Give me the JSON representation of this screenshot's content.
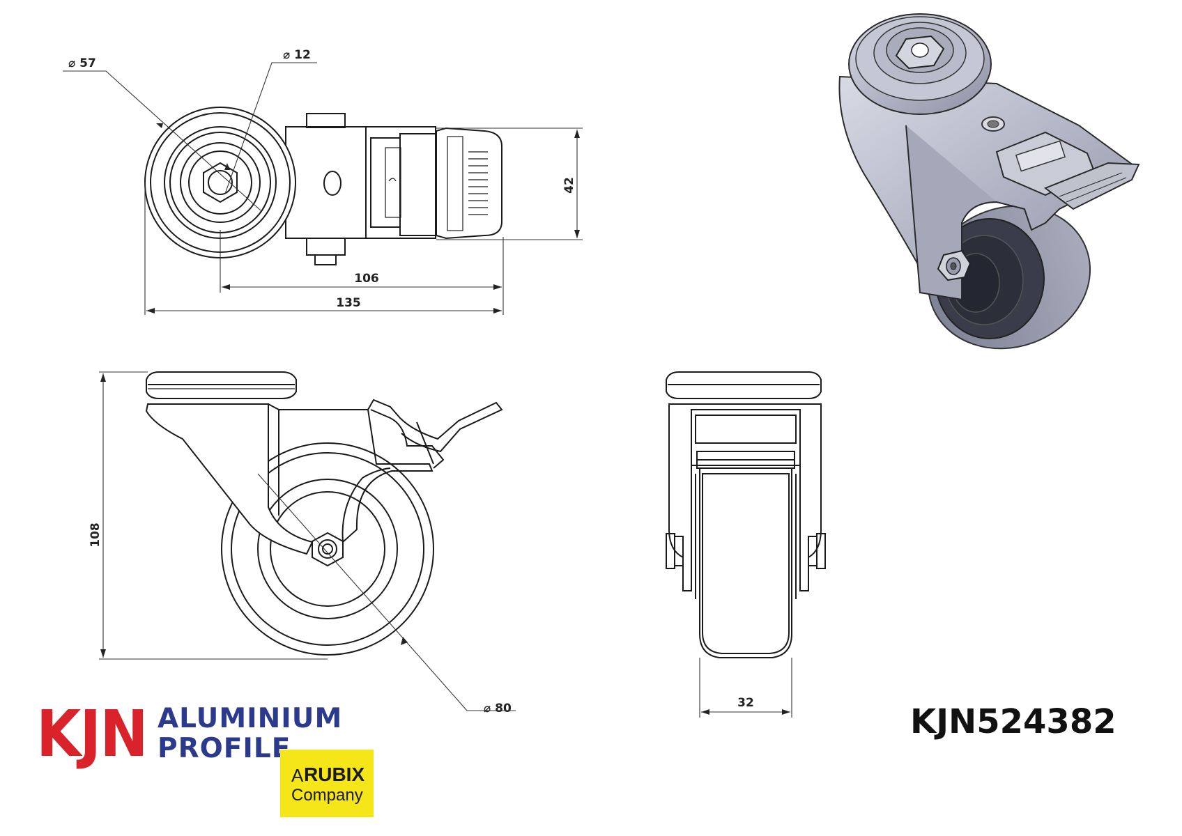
{
  "dimensions": {
    "top_hole_dia": "57",
    "bolt_dia": "12",
    "height_top": "42",
    "length_106": "106",
    "length_135": "135",
    "height_108": "108",
    "wheel_dia": "80",
    "wheel_width": "32"
  },
  "branding": {
    "kjn": "KJN",
    "aluminium": "ALUMINIUM",
    "profile": "PROFILE",
    "rubix_a": "A",
    "rubix_name": "RUBIX",
    "rubix_company": "Company"
  },
  "part_number": "KJN524382",
  "colors": {
    "kjn_red": "#d9222a",
    "brand_blue": "#2b3a8c",
    "rubix_yellow": "#f5e61a",
    "render_grey": "#b9bccb"
  }
}
